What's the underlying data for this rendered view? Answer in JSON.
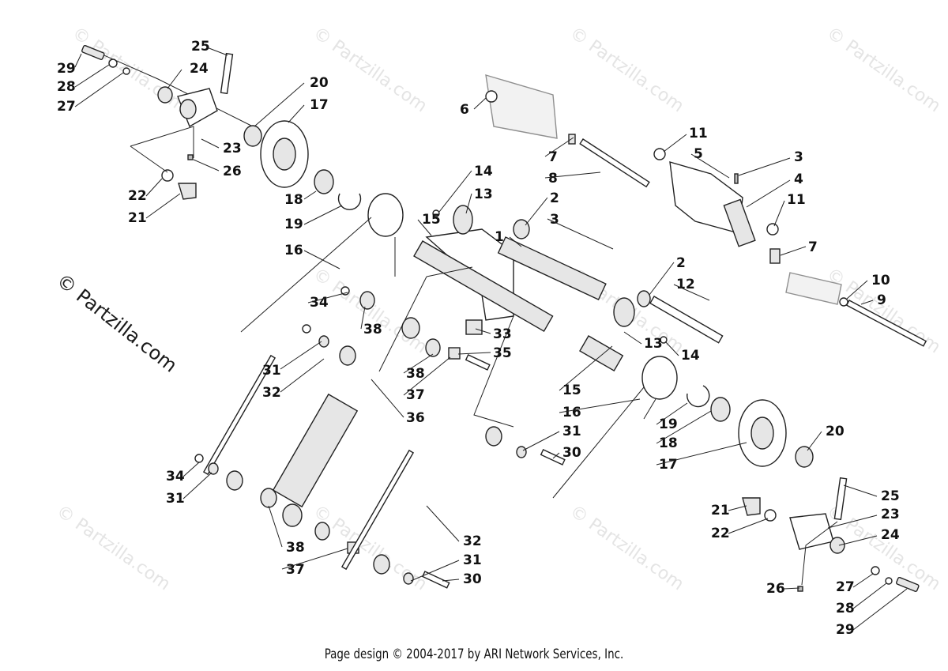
{
  "watermark": {
    "text": "© Partzilla.com"
  },
  "side_watermark": {
    "text": "© Partzilla.com"
  },
  "footer": {
    "text": "Page design © 2004-2017 by ARI Network Services, Inc."
  },
  "callouts": {
    "c29a": "29",
    "c28a": "28",
    "c27a": "27",
    "c25a": "25",
    "c24a": "24",
    "c20a": "20",
    "c17a": "17",
    "c23a": "23",
    "c26a": "26",
    "c22a": "22",
    "c21a": "21",
    "c18a": "18",
    "c19a": "19",
    "c16a": "16",
    "c6": "6",
    "c11a": "11",
    "c5": "5",
    "c3a": "3",
    "c4": "4",
    "c7a": "7",
    "c8": "8",
    "c11b": "11",
    "c7b": "7",
    "c14a": "14",
    "c13a": "13",
    "c2a": "2",
    "c3b": "3",
    "c15a": "15",
    "c1": "1",
    "c2b": "2",
    "c12": "12",
    "c10": "10",
    "c9": "9",
    "c34a": "34",
    "c38a": "38",
    "c31a": "31",
    "c32a": "32",
    "c33": "33",
    "c35": "35",
    "c38b": "38",
    "c37a": "37",
    "c36": "36",
    "c13b": "13",
    "c14b": "14",
    "c15b": "15",
    "c16b": "16",
    "c19b": "19",
    "c18b": "18",
    "c17b": "17",
    "c20b": "20",
    "c31b": "31",
    "c30a": "30",
    "c34b": "34",
    "c31c": "31",
    "c38c": "38",
    "c37b": "37",
    "c32b": "32",
    "c31d": "31",
    "c30b": "30",
    "c25b": "25",
    "c21b": "21",
    "c22b": "22",
    "c23b": "23",
    "c24b": "24",
    "c26b": "26",
    "c27b": "27",
    "c28b": "28",
    "c29b": "29"
  }
}
